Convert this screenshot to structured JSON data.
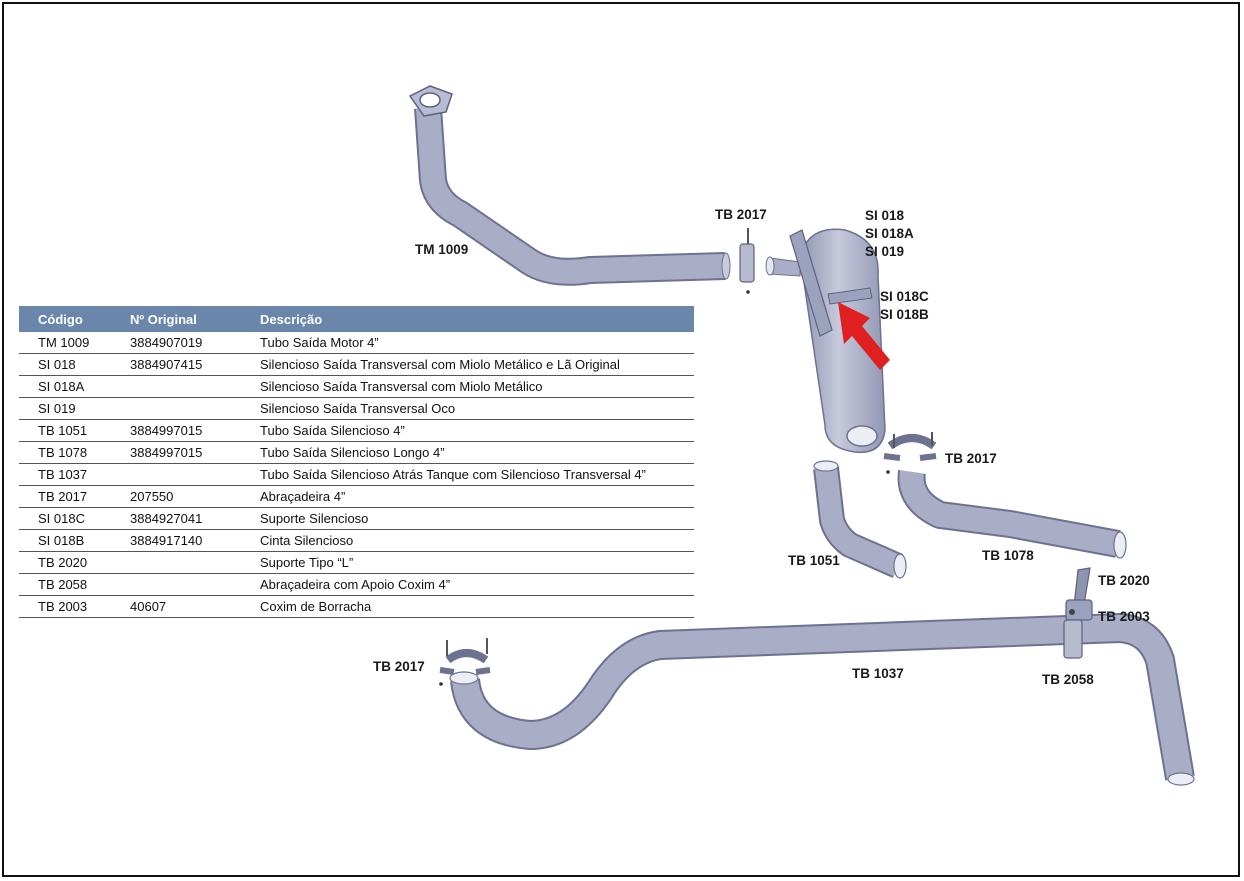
{
  "table": {
    "headers": [
      "Código",
      "Nº Original",
      "Descrição"
    ],
    "rows": [
      [
        "TM 1009",
        "3884907019",
        "Tubo Saída Motor 4”"
      ],
      [
        "SI 018",
        "3884907415",
        "Silencioso Saída Transversal com Miolo Metálico e Lã Original"
      ],
      [
        "SI 018A",
        "",
        "Silencioso Saída Transversal com Miolo Metálico"
      ],
      [
        "SI 019",
        "",
        "Silencioso Saída Transversal Oco"
      ],
      [
        "TB 1051",
        "3884997015",
        "Tubo Saída Silencioso 4”"
      ],
      [
        "TB 1078",
        "3884997015",
        "Tubo Saída Silencioso Longo 4”"
      ],
      [
        "TB 1037",
        "",
        "Tubo Saída Silencioso Atrás Tanque com Silencioso Transversal 4”"
      ],
      [
        "TB 2017",
        "207550",
        "Abraçadeira 4”"
      ],
      [
        "SI 018C",
        "3884927041",
        "Suporte Silencioso"
      ],
      [
        "SI 018B",
        "3884917140",
        "Cinta Silencioso"
      ],
      [
        "TB 2020",
        "",
        "Suporte Tipo “L”"
      ],
      [
        "TB 2058",
        "",
        "Abraçadeira com Apoio Coxim 4”"
      ],
      [
        "TB 2003",
        "40607",
        "Coxim de Borracha"
      ]
    ]
  },
  "callouts": {
    "tm1009": "TM 1009",
    "tb2017_top": "TB 2017",
    "si018": "SI 018",
    "si018a": "SI 018A",
    "si019": "SI 019",
    "si018c": "SI 018C",
    "si018b": "SI 018B",
    "tb2017_right": "TB 2017",
    "tb1051": "TB 1051",
    "tb1078": "TB 1078",
    "tb2020": "TB 2020",
    "tb2003": "TB 2003",
    "tb2017_bottom": "TB 2017",
    "tb1037": "TB 1037",
    "tb2058": "TB 2058"
  },
  "colors": {
    "pipe": "#a9adc6",
    "pipe_edge": "#6d7290",
    "header": "#6b86ab",
    "arrow": "#e02020"
  }
}
